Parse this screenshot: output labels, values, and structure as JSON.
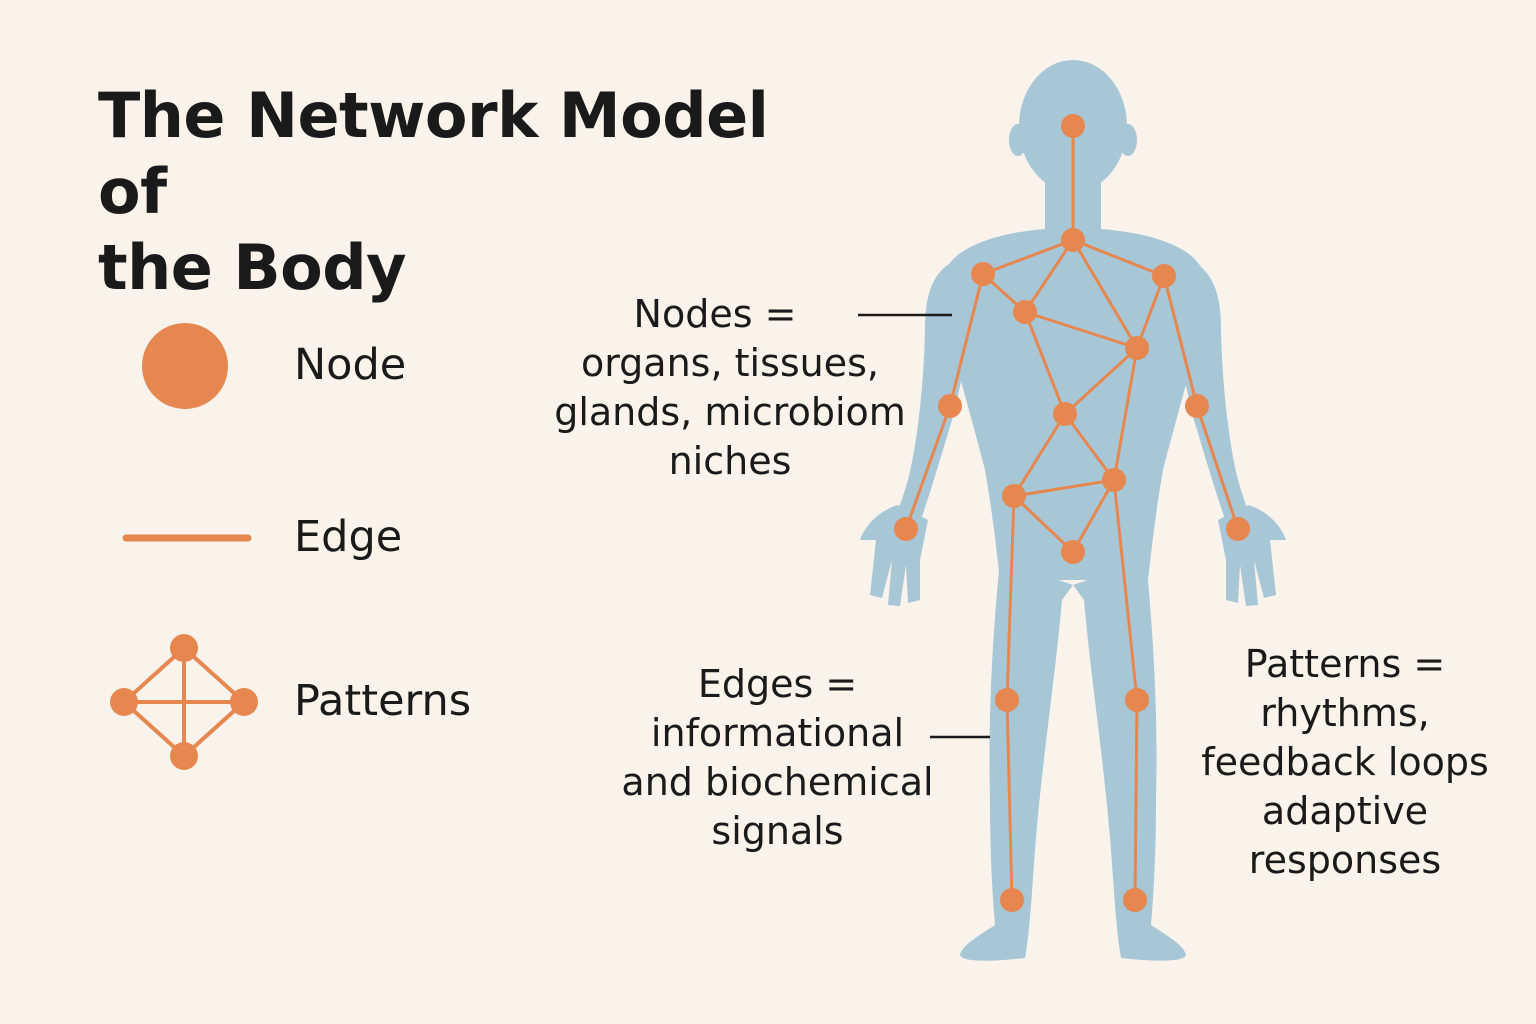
{
  "title": {
    "line1": "The Network Model of",
    "line2": "the Body"
  },
  "legend": {
    "node": "Node",
    "edge": "Edge",
    "patterns": "Patterns"
  },
  "annotations": {
    "nodes": [
      "Nodes =",
      "organs, tissues,",
      "glands, microbiom",
      "niches"
    ],
    "edges": [
      "Edges =",
      "informational",
      "and biochemical",
      "signals"
    ],
    "patterns": [
      "Patterns =",
      "rhythms,",
      "feedback loops",
      "adaptive",
      "responses"
    ]
  },
  "colors": {
    "background": "#f9f3ec",
    "body": "#a7c7d6",
    "accent": "#e5874f",
    "text": "#1a1a1a"
  }
}
